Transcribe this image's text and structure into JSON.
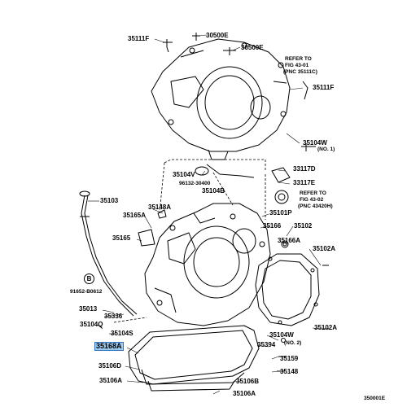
{
  "diagram": {
    "callouts": {
      "c35111F_top": "35111F",
      "c30500E_a": "30500E",
      "c30500E_b": "30500E",
      "c35111F_right": "35111F",
      "c35104W_right": "35104W",
      "c35104V": "35104V",
      "c96132": "96132-30400",
      "c35104B": "35104B",
      "c33117D": "33117D",
      "c33117E": "33117E",
      "c35103": "35103",
      "c35148A": "35148A",
      "c35165A": "35165A",
      "c35165": "35165",
      "c35101P": "35101P",
      "c35166": "35166",
      "c35102": "35102",
      "c35166A": "35166A",
      "c35102A_top": "35102A",
      "c91652": "91652-B0612",
      "c35013": "35013",
      "c35336": "35336",
      "c35104Q": "35104Q",
      "c35104S": "35104S",
      "c35104W_bottom": "35104W",
      "c35102A_bottom": "35102A",
      "c35168A": "35168A",
      "c35394": "35394",
      "c35159": "35159",
      "c35106D": "35106D",
      "c35148": "35148",
      "c35106A": "35106A",
      "c35106B": "35106B",
      "c35106A2": "35106A",
      "circle_b": "B"
    },
    "notes": {
      "refer_fig1": "REFER TO",
      "refer_fig1_b": "FIG 43-01",
      "refer_fig1_c": "(PNC 35111C)",
      "no1": "(NO. 1)",
      "refer_fig2": "REFER TO",
      "refer_fig2_b": "FIG 43-02",
      "refer_fig2_c": "(PNC 43420H)",
      "no2": "(NO. 2)"
    },
    "code": "350001E",
    "highlight_color": "#9ec9ee"
  }
}
